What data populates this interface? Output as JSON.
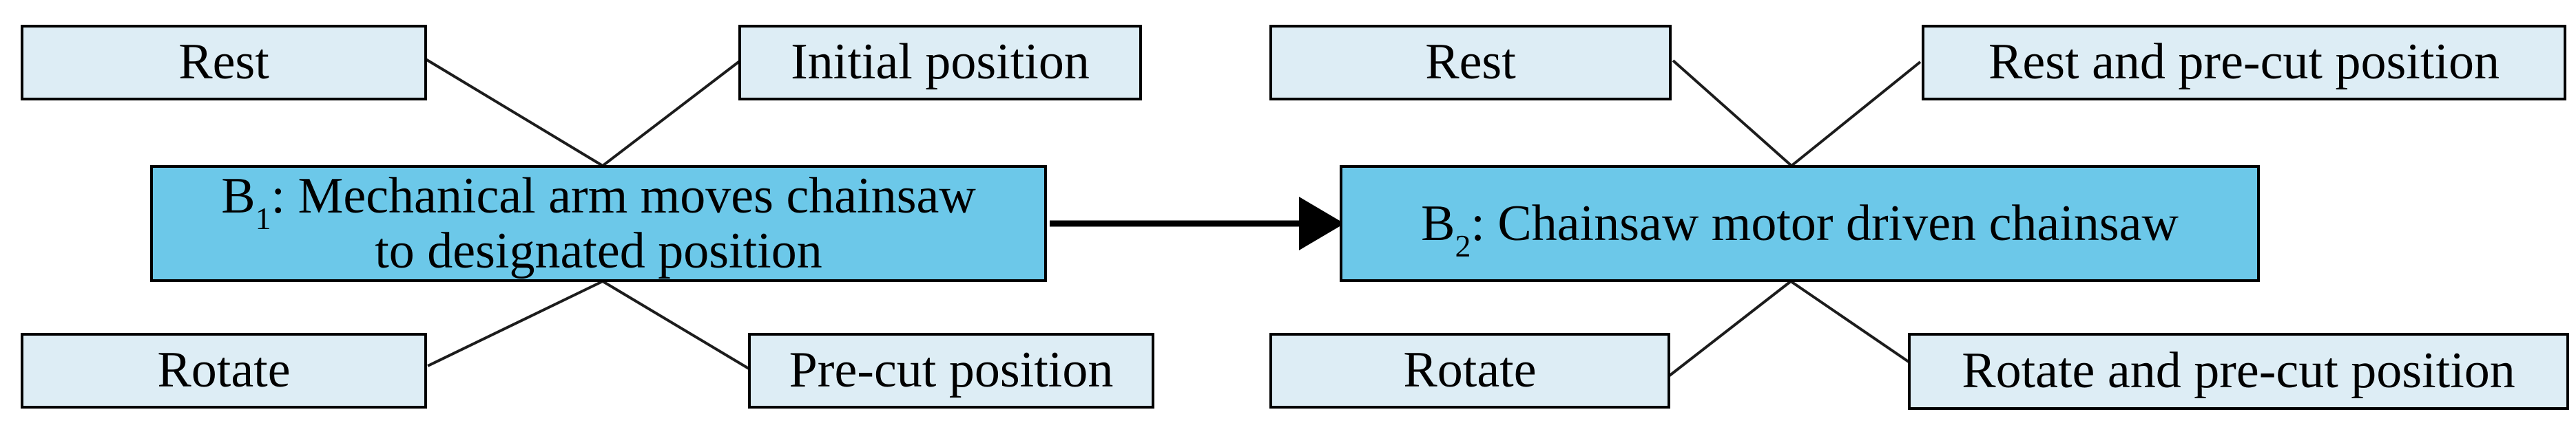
{
  "colors": {
    "state_fill": "#ddedf5",
    "behavior_fill": "#6cc8e9",
    "border_color": "#000000",
    "connector_color": "#1c1c1c",
    "page_bg": "#ffffff",
    "text_color": "#000000"
  },
  "diagram": {
    "left": {
      "behavior": {
        "prefix": "B",
        "subscript": "1",
        "line1_rest": ": Mechanical arm moves chainsaw",
        "line2": "to designated position"
      },
      "states": {
        "top_left": "Rest",
        "top_right": "Initial position",
        "bottom_left": "Rotate",
        "bottom_right": "Pre-cut position"
      }
    },
    "right": {
      "behavior": {
        "prefix": "B",
        "subscript": "2",
        "rest": ": Chainsaw motor driven chainsaw"
      },
      "states": {
        "top_left": "Rest",
        "top_right": "Rest and pre-cut position",
        "bottom_left": "Rotate",
        "bottom_right": "Rotate and pre-cut position"
      }
    },
    "connections": [
      {
        "from": "Rest",
        "to": "B1",
        "style": "line"
      },
      {
        "from": "Initial position",
        "to": "B1",
        "style": "line"
      },
      {
        "from": "B1",
        "to": "Rotate",
        "style": "line"
      },
      {
        "from": "B1",
        "to": "Pre-cut position",
        "style": "line"
      },
      {
        "from": "B1",
        "to": "B2",
        "style": "arrow"
      },
      {
        "from": "Rest",
        "to": "B2",
        "style": "line"
      },
      {
        "from": "Rest and pre-cut position",
        "to": "B2",
        "style": "line"
      },
      {
        "from": "B2",
        "to": "Rotate",
        "style": "line"
      },
      {
        "from": "B2",
        "to": "Rotate and pre-cut position",
        "style": "line"
      }
    ]
  }
}
